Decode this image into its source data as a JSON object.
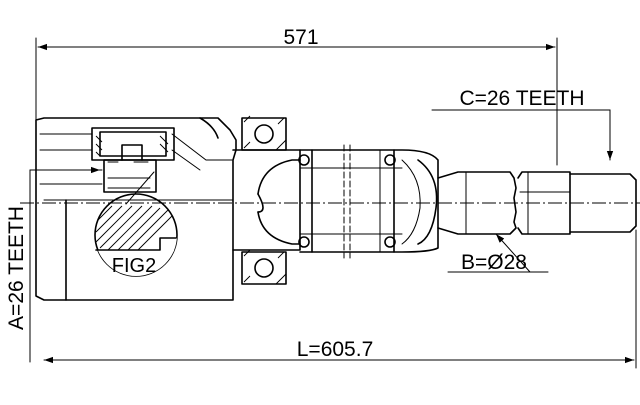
{
  "drawing": {
    "overall_top_dimension": "571",
    "spline_c_label": "C=26 TEETH",
    "spline_a_label": "A=26 TEETH",
    "shaft_diameter_label": "B=Ø28",
    "total_length_label": "L=605.7",
    "detail_label": "FIG2"
  }
}
